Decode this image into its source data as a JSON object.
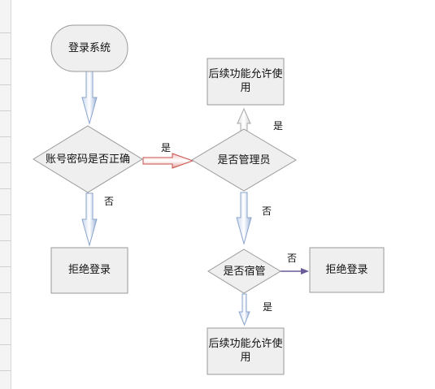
{
  "nodes": {
    "login": "登录系统",
    "check_account": "账号密码是否正确",
    "reject_1": "拒绝登录",
    "is_admin": "是否管理员",
    "allow_1": "后续功能允许使用",
    "is_dorm_admin": "是否宿管",
    "reject_2": "拒绝登录",
    "allow_2": "后续功能允许使用"
  },
  "edges": {
    "check_yes": "是",
    "check_no": "否",
    "admin_yes": "是",
    "admin_no": "否",
    "dorm_no": "否",
    "dorm_yes": "是"
  },
  "colors": {
    "node_fill": "#efefef",
    "node_stroke": "#9a9a9a",
    "arrow_blue": "#8aa4cc",
    "arrow_red": "#c8504c",
    "arrow_gray": "#a9a9a9",
    "arrow_purple": "#6a5a9a"
  }
}
